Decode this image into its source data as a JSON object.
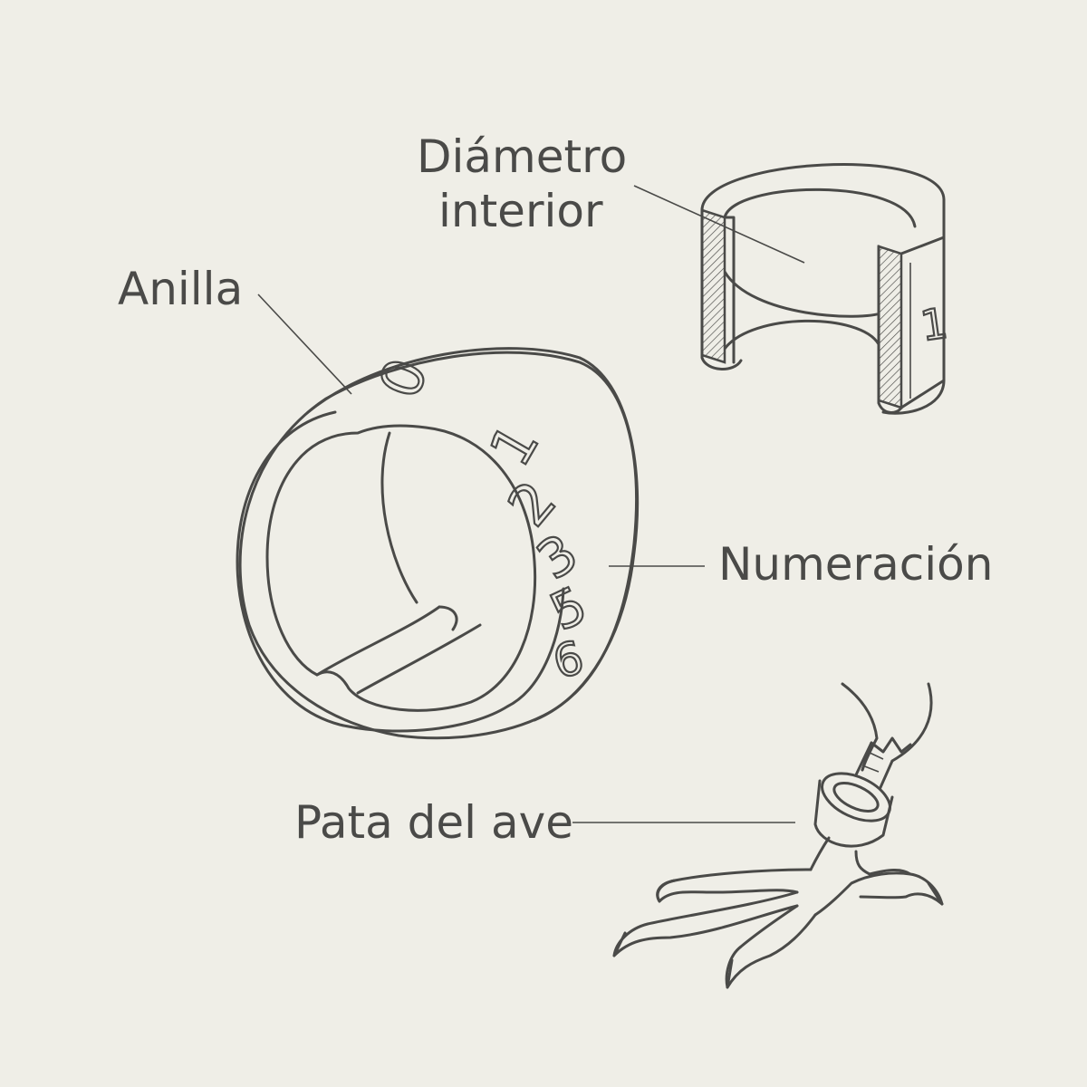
{
  "labels": {
    "diameter_line1": "Diámetro",
    "diameter_line2": "interior",
    "ring": "Anilla",
    "numbering": "Numeración",
    "bird_leg": "Pata del ave"
  },
  "ring_digits": [
    "0",
    "1",
    "2",
    "3",
    "5",
    "6"
  ],
  "section_digit": "1",
  "colors": {
    "background": "#efeee7",
    "ink": "#4a4a48"
  }
}
